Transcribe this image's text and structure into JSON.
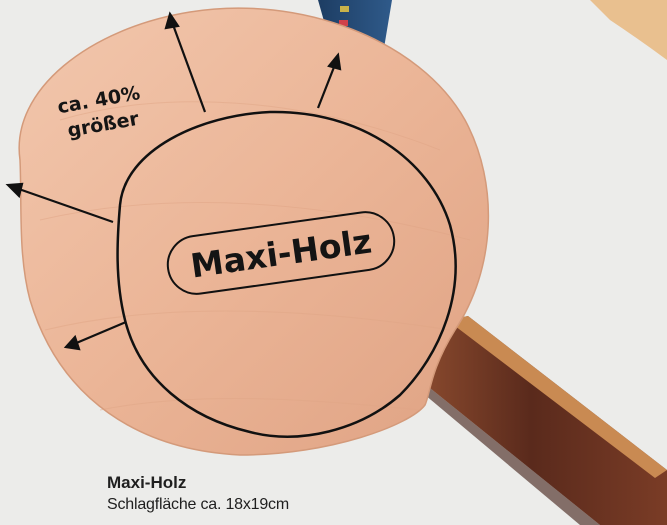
{
  "colors": {
    "background": "#ececea",
    "blade_wood": "#ecb89a",
    "handle_wood": "#6b3525",
    "outline": "#111111"
  },
  "labels": {
    "size_increase_line1": "ca. 40%",
    "size_increase_line2": "größer",
    "center_badge": "Maxi-Holz"
  },
  "caption": {
    "title": "Maxi-Holz",
    "subtitle": "Schlagfläche ca. 18x19cm"
  }
}
